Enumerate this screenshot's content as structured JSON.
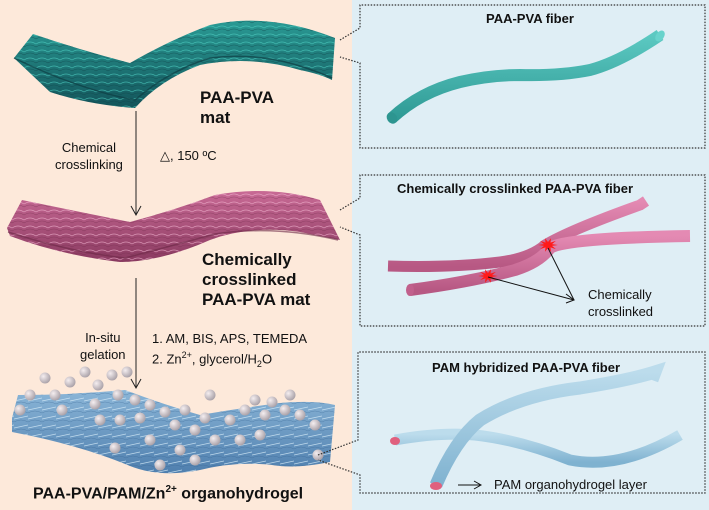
{
  "left_panel": {
    "stage1": {
      "label_line1": "PAA-PVA",
      "label_line2": "mat"
    },
    "step1": {
      "side_label_line1": "Chemical",
      "side_label_line2": "crosslinking",
      "condition": "△, 150 ºC"
    },
    "stage2": {
      "label_line1": "Chemically",
      "label_line2": "crosslinked",
      "label_line3": "PAA-PVA mat"
    },
    "step2": {
      "side_label_line1": "In-situ",
      "side_label_line2": "gelation",
      "reagents_line1": "1. AM, BIS, APS, TEMEDA",
      "reagents_line2_prefix": "2. Zn",
      "reagents_line2_sup": "2+",
      "reagents_line2_mid": ", glycerol/H",
      "reagents_line2_sub": "2",
      "reagents_line2_suffix": "O"
    },
    "stage3": {
      "label_prefix": "PAA-PVA/PAM/Zn",
      "label_sup": "2+",
      "label_suffix": " organohydrogel"
    }
  },
  "right_panel": {
    "box1": {
      "title": "PAA-PVA fiber"
    },
    "box2": {
      "title": "Chemically crosslinked PAA-PVA fiber",
      "annotation_line1": "Chemically",
      "annotation_line2": "crosslinked"
    },
    "box3": {
      "title": "PAM hybridized PAA-PVA fiber",
      "annotation": "PAM organohydrogel layer"
    }
  },
  "colors": {
    "left_bg": "#fde9da",
    "right_bg": "#dfeef5",
    "mat_teal": "#1f7f7f",
    "mat_pink": "#b84f80",
    "mat_blue": "#6d9cc4",
    "fiber_teal": "#3fb3ad",
    "fiber_pink": "#d06a98",
    "fiber_blue": "#a6cde2",
    "crosslink_red": "#ff1a1a"
  }
}
